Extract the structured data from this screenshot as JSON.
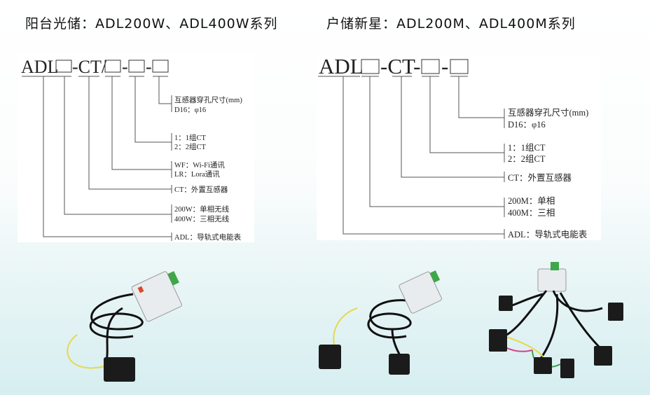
{
  "left": {
    "title": "阳台光储：ADL200W、ADL400W系列",
    "code": {
      "adl": "ADL",
      "ct": "-CT/",
      "dash": "-"
    },
    "labels": {
      "hole_title": "互感器穿孔尺寸(mm)",
      "hole_d16": "D16：φ16",
      "ct1": "1：1组CT",
      "ct2": "2：2组CT",
      "wf": "WF：Wi-Fi通讯",
      "lr": "LR：Lora通讯",
      "ct": "CT：外置互感器",
      "w200": "200W：单相无线",
      "w400": "400W：三相无线",
      "adl": "ADL：导轨式电能表"
    }
  },
  "right": {
    "title": "户储新星：ADL200M、ADL400M系列",
    "code": {
      "adl": "ADL",
      "ct": "-CT-",
      "dash": "-"
    },
    "labels": {
      "hole_title": "互感器穿孔尺寸(mm)",
      "hole_d16": "D16：φ16",
      "ct1": "1：1组CT",
      "ct2": "2：2组CT",
      "ct": "CT：外置互感器",
      "m200": "200M：单相",
      "m400": "400M：三相",
      "adl": "ADL：导轨式电能表"
    }
  }
}
